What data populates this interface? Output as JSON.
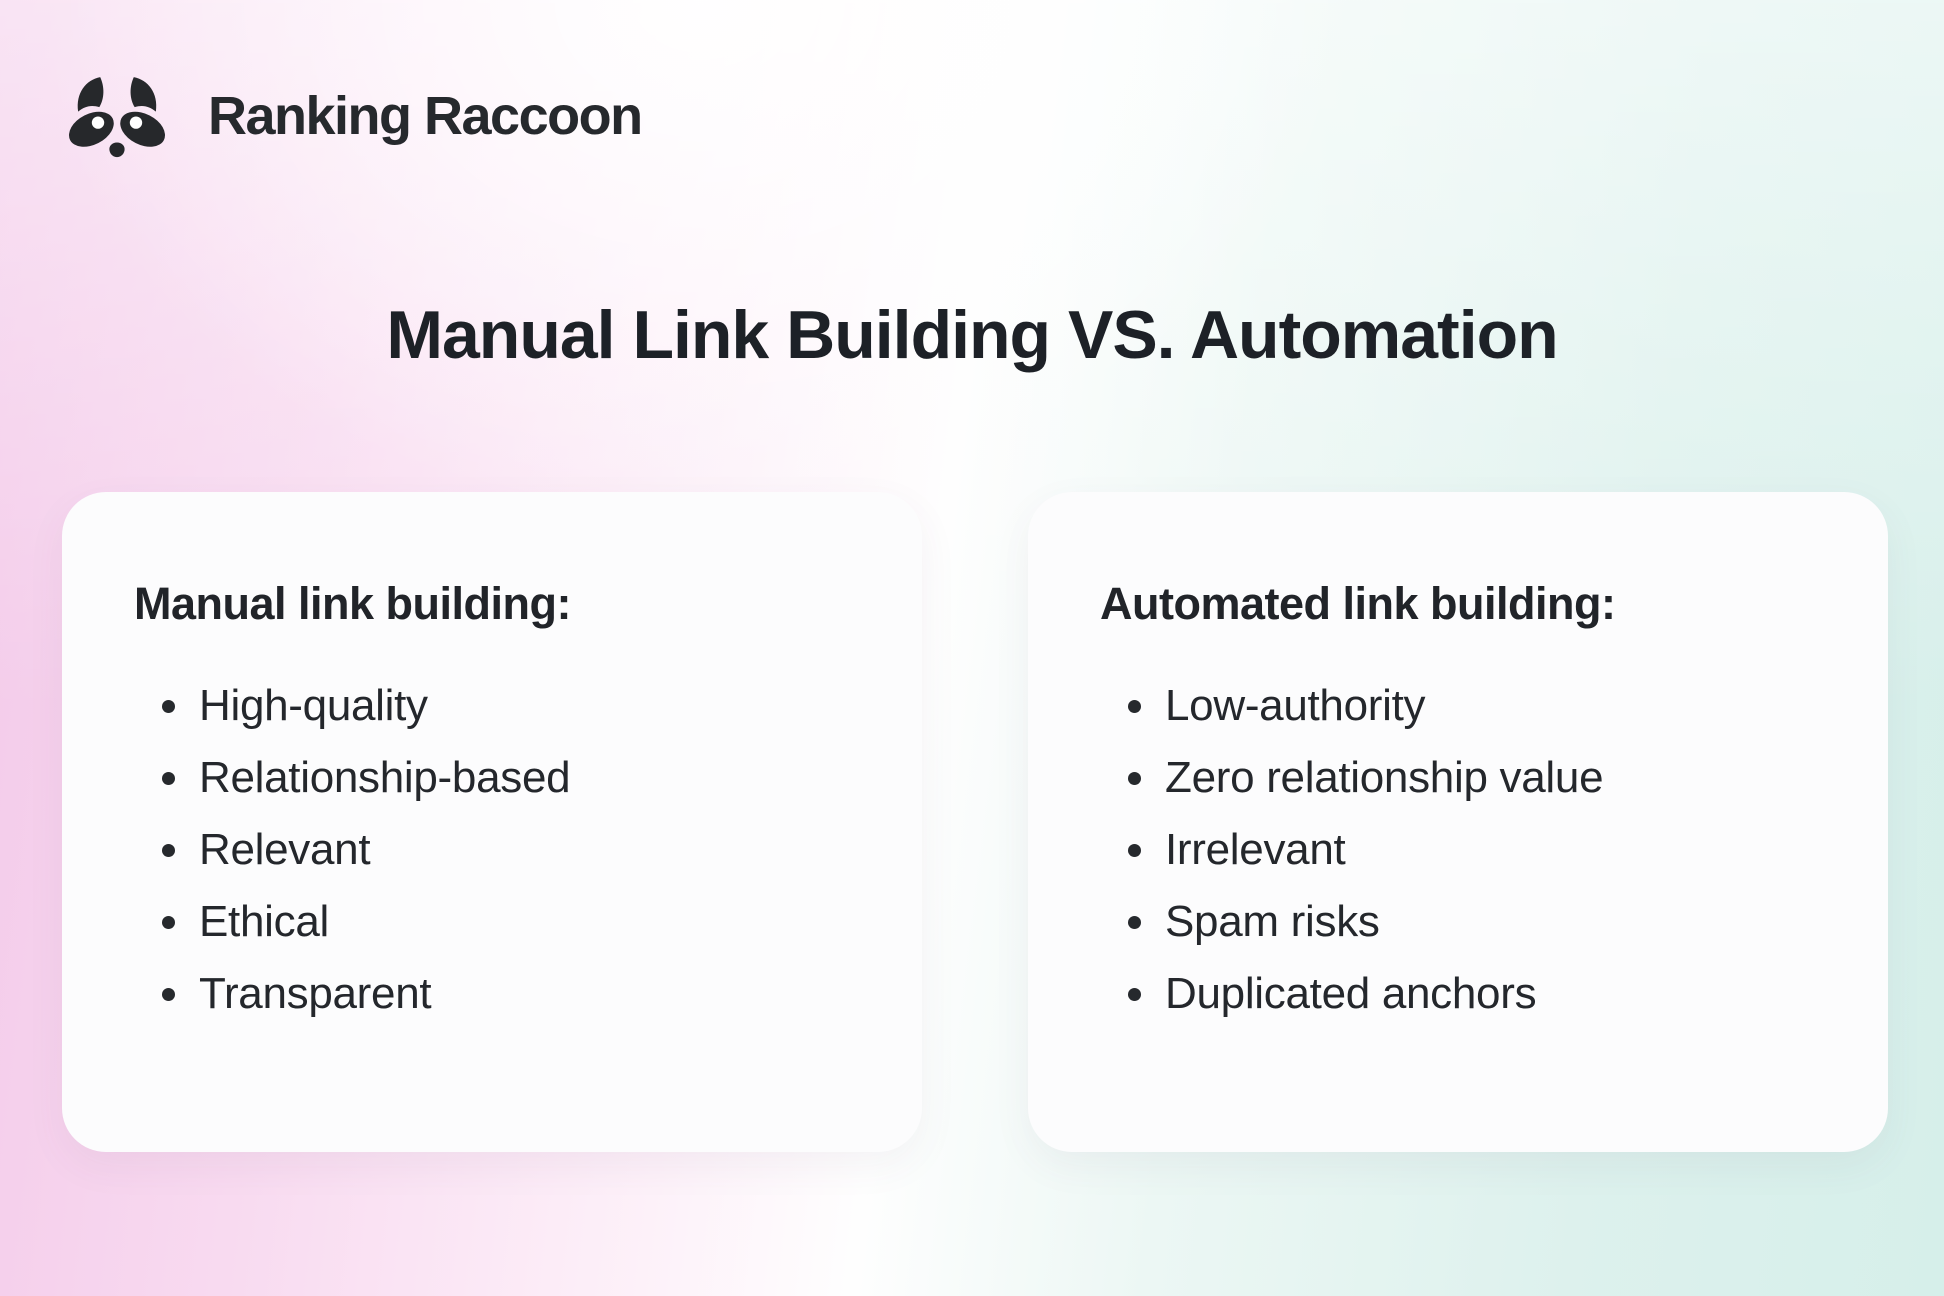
{
  "brand": {
    "name": "Ranking Raccoon"
  },
  "title": "Manual Link Building VS. Automation",
  "cards": {
    "manual": {
      "heading": "Manual link building:",
      "items": [
        "High-quality",
        "Relationship-based",
        "Relevant",
        "Ethical",
        "Transparent"
      ]
    },
    "automated": {
      "heading": "Automated link building:",
      "items": [
        "Low-authority",
        "Zero relationship value",
        "Irrelevant",
        "Spam risks",
        "Duplicated anchors"
      ]
    }
  },
  "icons": {
    "logo": "raccoon-face-icon",
    "bullet": "round-dot"
  },
  "colors": {
    "text_dark": "#24272c",
    "card_background": "#fcfcfd",
    "gradient_pink": "#f3c9e9",
    "gradient_mint": "#d6efea",
    "logo_ink": "#26282b"
  }
}
